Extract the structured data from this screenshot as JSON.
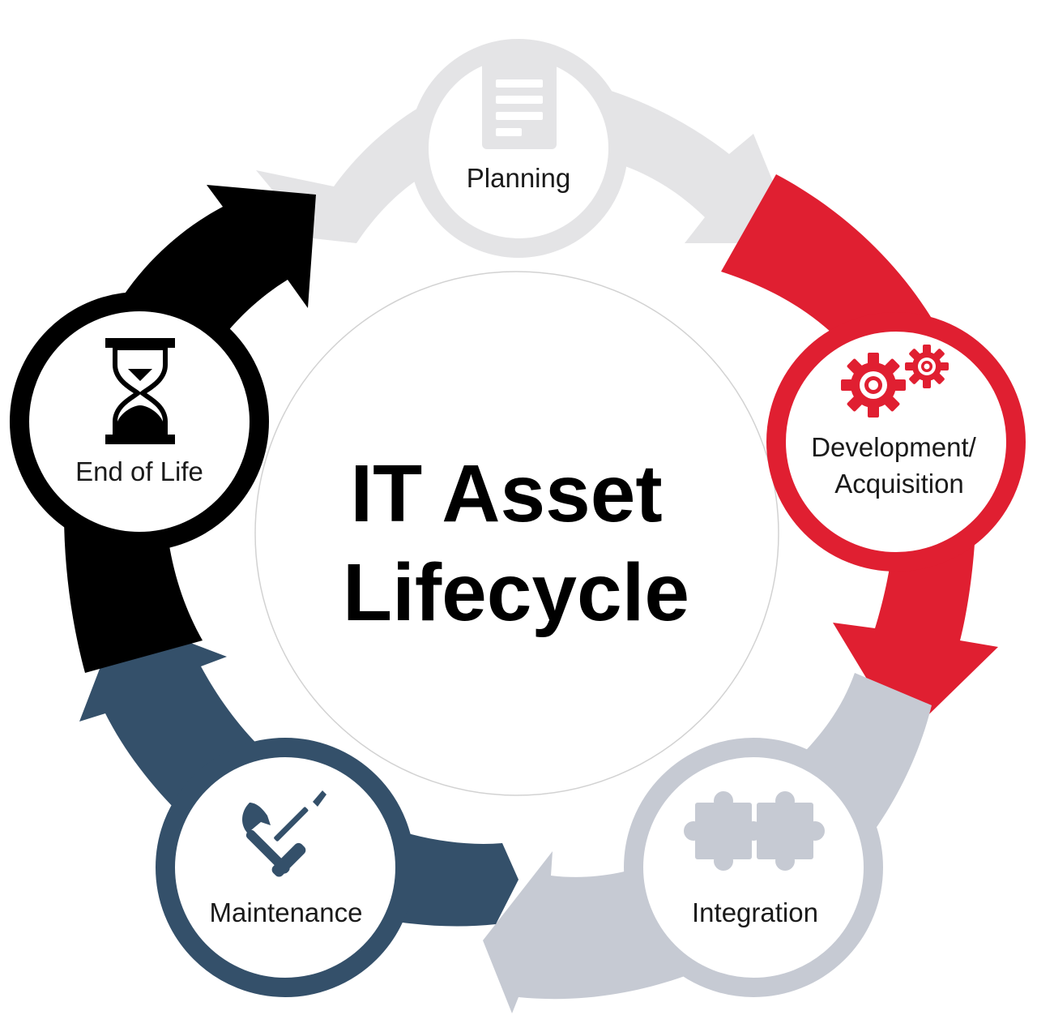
{
  "title": {
    "line1": "IT Asset",
    "line2": "Lifecycle"
  },
  "colors": {
    "planning": "#e4e4e6",
    "planning_icon": "#e4e4e6",
    "development": "#e01f31",
    "integration": "#c6cad3",
    "maintenance": "#34506a",
    "end_of_life": "#000000",
    "center_ring": "#d2d2d2"
  },
  "stages": [
    {
      "id": "planning",
      "label": "Planning",
      "icon": "clipboard-icon"
    },
    {
      "id": "development",
      "label_line1": "Development/",
      "label_line2": "Acquisition",
      "icon": "gears-icon"
    },
    {
      "id": "integration",
      "label": "Integration",
      "icon": "puzzle-icon"
    },
    {
      "id": "maintenance",
      "label": "Maintenance",
      "icon": "tools-icon"
    },
    {
      "id": "end_of_life",
      "label": "End of Life",
      "icon": "hourglass-icon"
    }
  ]
}
